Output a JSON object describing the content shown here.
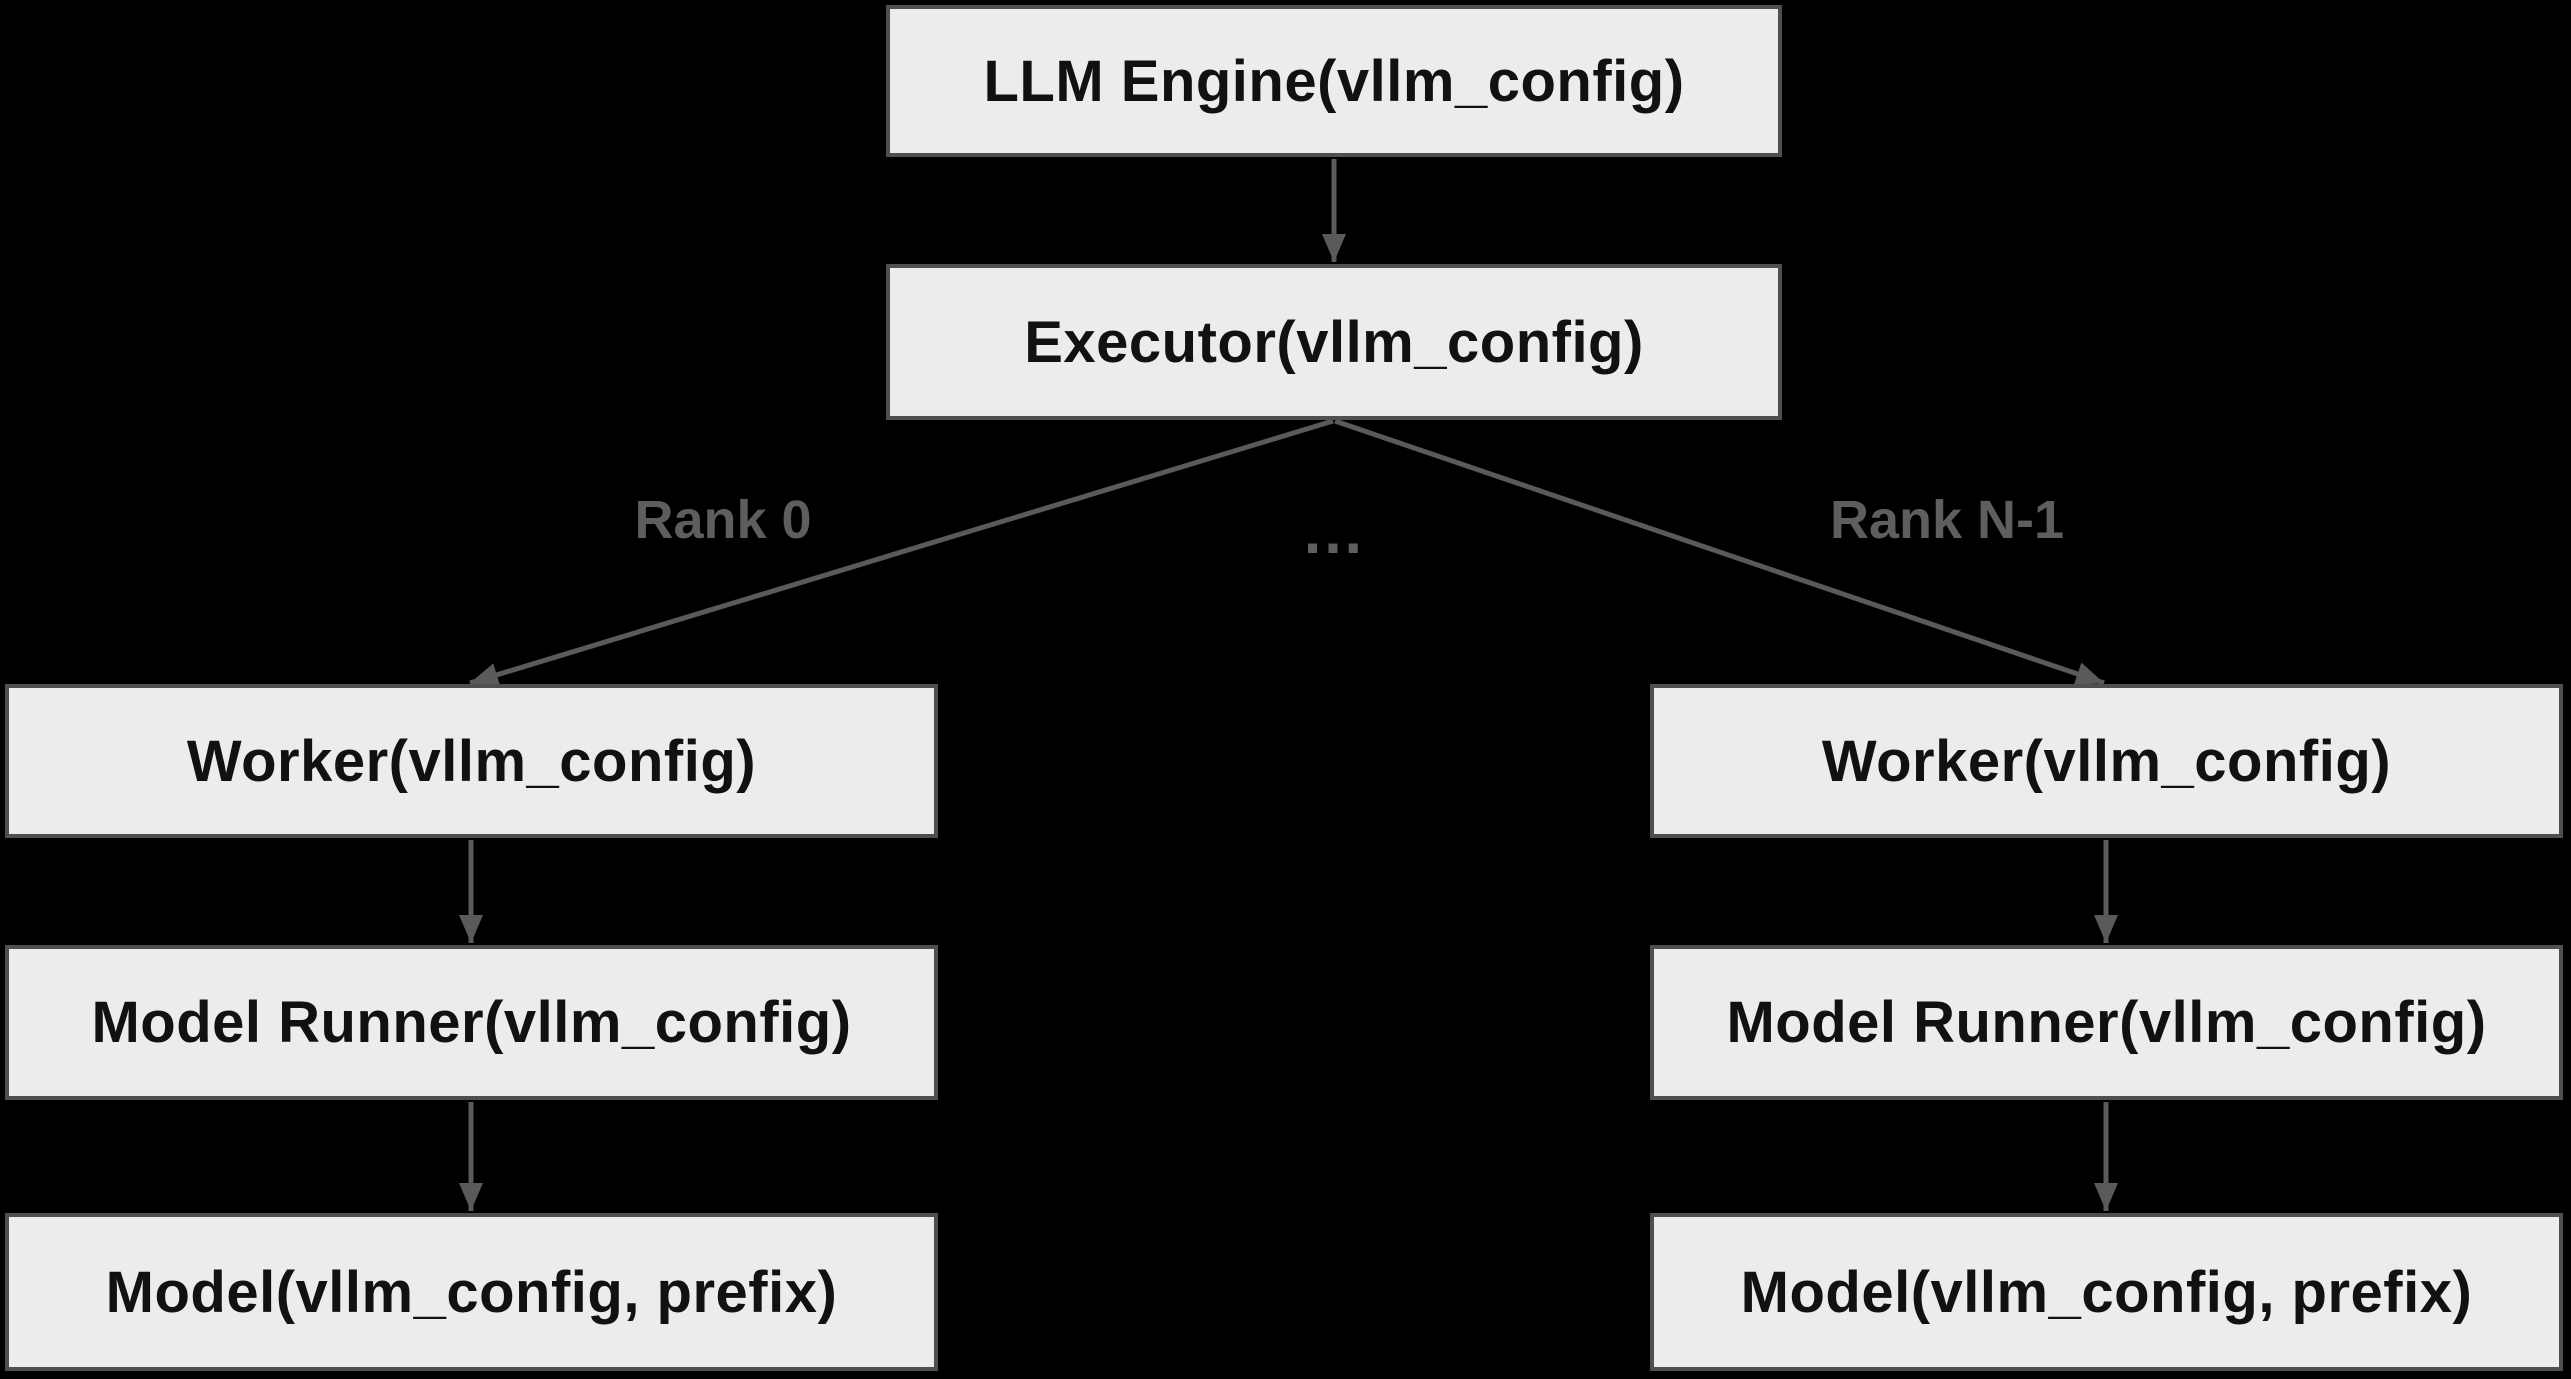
{
  "diagram": {
    "nodes": {
      "llm_engine": "LLM Engine(vllm_config)",
      "executor": "Executor(vllm_config)",
      "worker_left": "Worker(vllm_config)",
      "worker_right": "Worker(vllm_config)",
      "model_runner_left": "Model Runner(vllm_config)",
      "model_runner_right": "Model Runner(vllm_config)",
      "model_left": "Model(vllm_config, prefix)",
      "model_right": "Model(vllm_config, prefix)"
    },
    "edge_labels": {
      "rank0": "Rank 0",
      "ellipsis": "…",
      "rank_n_minus_1": "Rank N-1"
    },
    "colors": {
      "background": "#000000",
      "node_fill": "#ececec",
      "node_border": "#4f4f4f",
      "node_text": "#111111",
      "arrow": "#5a5a5a",
      "label_text": "#5e5e5e"
    }
  }
}
